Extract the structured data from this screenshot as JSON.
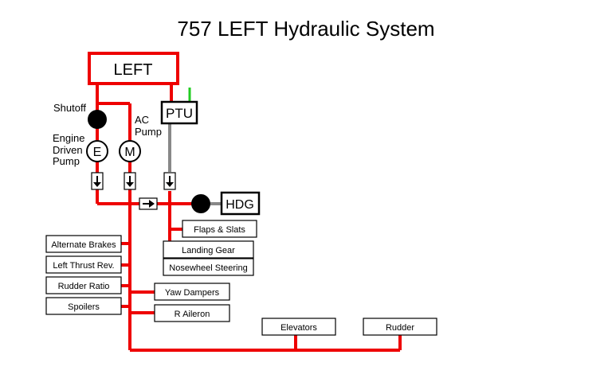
{
  "title": "757 LEFT Hydraulic System",
  "colors": {
    "pressure_line": "#ee0000",
    "ptu_line": "#888888",
    "indicator": "#22cc22",
    "component_stroke": "#000000",
    "valve_fill": "#000000"
  },
  "reservoir": {
    "label": "LEFT"
  },
  "shutoff_valve": {
    "label": "Shutoff"
  },
  "engine_pump": {
    "label_lines": [
      "Engine",
      "Driven",
      "Pump"
    ],
    "symbol": "E"
  },
  "ac_pump": {
    "label_lines": [
      "AC",
      "Pump"
    ],
    "symbol": "M"
  },
  "ptu": {
    "label": "PTU"
  },
  "check_valve_icons": [
    "arrow-down-icon",
    "arrow-down-icon",
    "arrow-down-icon",
    "arrow-right-icon"
  ],
  "hdg_valve": {
    "label": "HDG"
  },
  "components": {
    "flaps_slats": "Flaps & Slats",
    "landing_gear": "Landing Gear",
    "nosewheel_steering": "Nosewheel Steering",
    "alternate_brakes": "Alternate Brakes",
    "left_thrust_rev": "Left Thrust Rev.",
    "rudder_ratio": "Rudder Ratio",
    "spoilers": "Spoilers",
    "yaw_dampers": "Yaw Dampers",
    "r_aileron": "R Aileron",
    "elevators": "Elevators",
    "rudder": "Rudder"
  }
}
